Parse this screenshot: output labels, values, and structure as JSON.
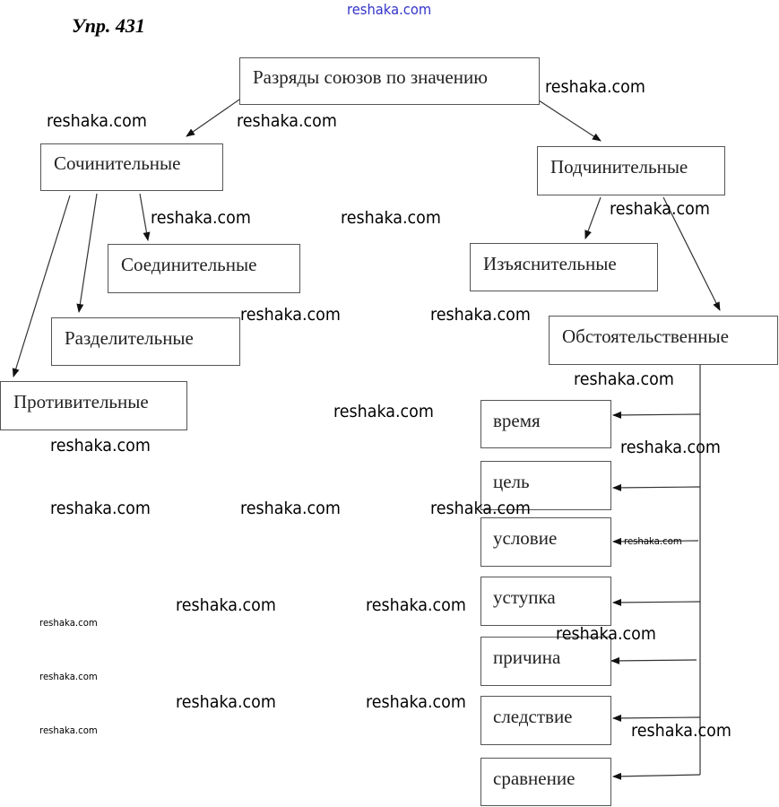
{
  "title": "Упр. 431",
  "watermark": "reshaka.com",
  "root": "Разряды союзов по значению",
  "coordinating": {
    "label": "Сочинительные",
    "children": [
      "Соединительные",
      "Разделительные",
      "Противительные"
    ]
  },
  "subordinating": {
    "label": "Подчинительные",
    "children": [
      "Изъяснительные",
      "Обстоятельственные"
    ]
  },
  "adverbial_kinds": [
    "время",
    "цель",
    "условие",
    "уступка",
    "причина",
    "следствие",
    "сравнение"
  ]
}
